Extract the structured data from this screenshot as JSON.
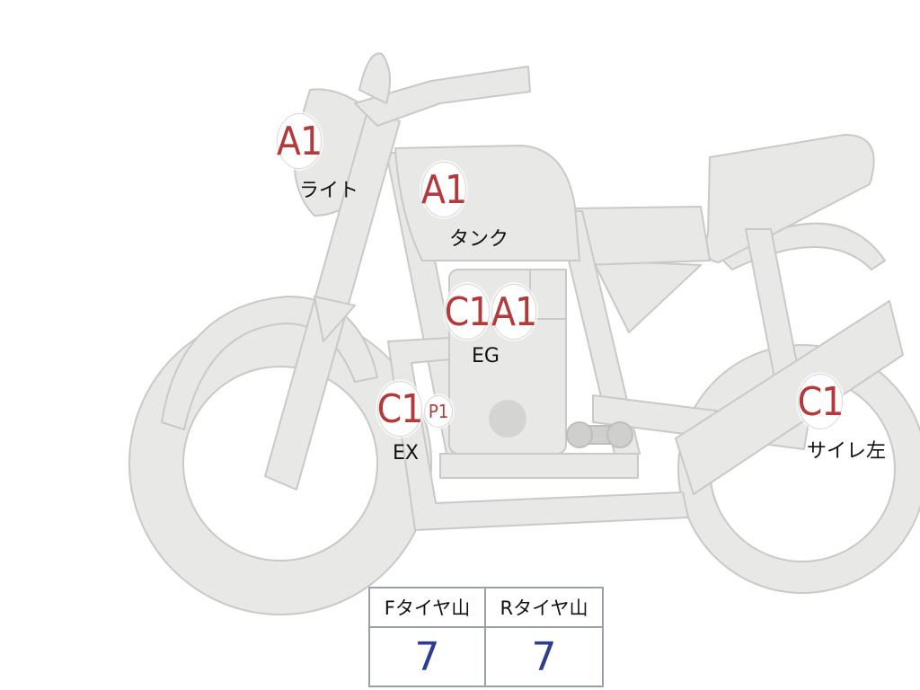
{
  "markers": {
    "light": {
      "grade": "A1",
      "label": "ライト"
    },
    "tank": {
      "grade": "A1",
      "label": "タンク"
    },
    "engine": {
      "grades": [
        "C1",
        "A1"
      ],
      "label": "EG"
    },
    "exhaust": {
      "grades": [
        "C1",
        "P1"
      ],
      "label": "EX"
    },
    "muffler": {
      "grade": "C1",
      "label": "サイレ左"
    }
  },
  "tire_table": {
    "front": {
      "header": "Fタイヤ山",
      "value": "7"
    },
    "rear": {
      "header": "Rタイヤ山",
      "value": "7"
    }
  },
  "colors": {
    "bike_fill": "#e8e8e6",
    "bike_stroke": "#c8c8c6",
    "grade_text": "#b23a3a",
    "value_text": "#2f3e8c"
  }
}
